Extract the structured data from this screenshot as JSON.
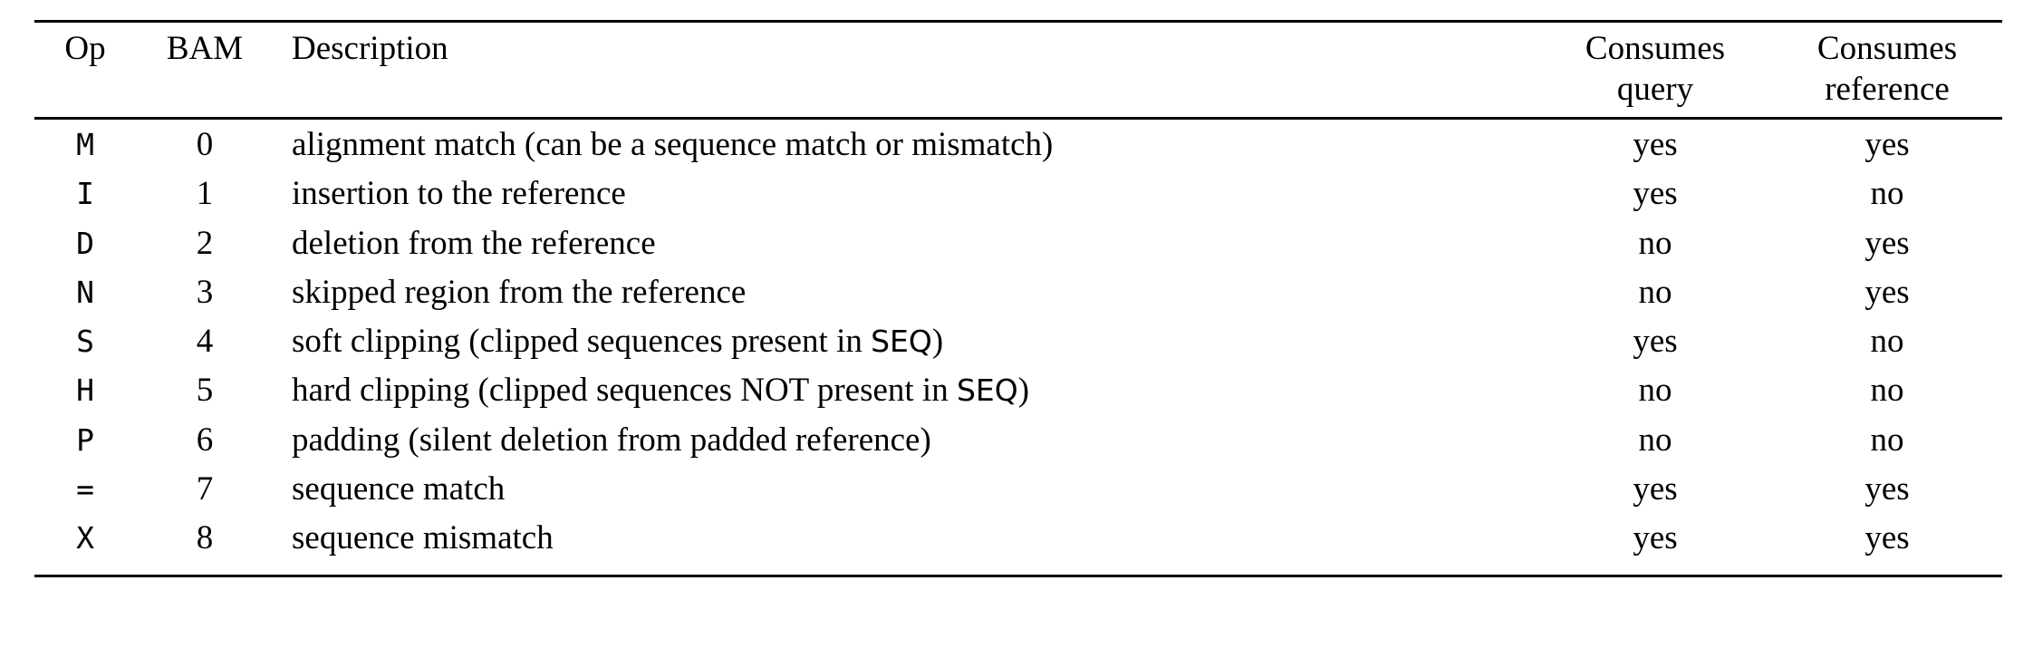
{
  "table": {
    "style": "booktabs",
    "rules": {
      "top": true,
      "mid": true,
      "bottom": true
    },
    "columns": [
      {
        "key": "op",
        "label": "Op",
        "align": "center",
        "font": "monospace"
      },
      {
        "key": "bam",
        "label": "BAM",
        "align": "center",
        "font": "serif"
      },
      {
        "key": "desc",
        "label": "Description",
        "align": "left",
        "font": "serif"
      },
      {
        "key": "cq",
        "label_line1": "Consumes",
        "label_line2": "query",
        "align": "center",
        "font": "serif"
      },
      {
        "key": "cr",
        "label_line1": "Consumes",
        "label_line2": "reference",
        "align": "center",
        "font": "serif"
      }
    ],
    "header": {
      "op": "Op",
      "bam": "BAM",
      "description": "Description",
      "consumes_query_line1": "Consumes",
      "consumes_query_line2": "query",
      "consumes_reference_line1": "Consumes",
      "consumes_reference_line2": "reference"
    },
    "rows": [
      {
        "op": "M",
        "bam": "0",
        "desc_pre": "alignment match (can be a sequence match or mismatch)",
        "desc_seq": "",
        "desc_post": "",
        "consumes_query": "yes",
        "consumes_reference": "yes"
      },
      {
        "op": "I",
        "bam": "1",
        "desc_pre": "insertion to the reference",
        "desc_seq": "",
        "desc_post": "",
        "consumes_query": "yes",
        "consumes_reference": "no"
      },
      {
        "op": "D",
        "bam": "2",
        "desc_pre": "deletion from the reference",
        "desc_seq": "",
        "desc_post": "",
        "consumes_query": "no",
        "consumes_reference": "yes"
      },
      {
        "op": "N",
        "bam": "3",
        "desc_pre": "skipped region from the reference",
        "desc_seq": "",
        "desc_post": "",
        "consumes_query": "no",
        "consumes_reference": "yes"
      },
      {
        "op": "S",
        "bam": "4",
        "desc_pre": "soft clipping (clipped sequences present in ",
        "desc_seq": "SEQ",
        "desc_post": ")",
        "consumes_query": "yes",
        "consumes_reference": "no"
      },
      {
        "op": "H",
        "bam": "5",
        "desc_pre": "hard clipping (clipped sequences NOT present in ",
        "desc_seq": "SEQ",
        "desc_post": ")",
        "consumes_query": "no",
        "consumes_reference": "no"
      },
      {
        "op": "P",
        "bam": "6",
        "desc_pre": "padding (silent deletion from padded reference)",
        "desc_seq": "",
        "desc_post": "",
        "consumes_query": "no",
        "consumes_reference": "no"
      },
      {
        "op": "=",
        "bam": "7",
        "desc_pre": "sequence match",
        "desc_seq": "",
        "desc_post": "",
        "consumes_query": "yes",
        "consumes_reference": "yes"
      },
      {
        "op": "X",
        "bam": "8",
        "desc_pre": "sequence mismatch",
        "desc_seq": "",
        "desc_post": "",
        "consumes_query": "yes",
        "consumes_reference": "yes"
      }
    ]
  },
  "colors": {
    "text": "#000000",
    "background": "#ffffff",
    "rule": "#000000"
  }
}
